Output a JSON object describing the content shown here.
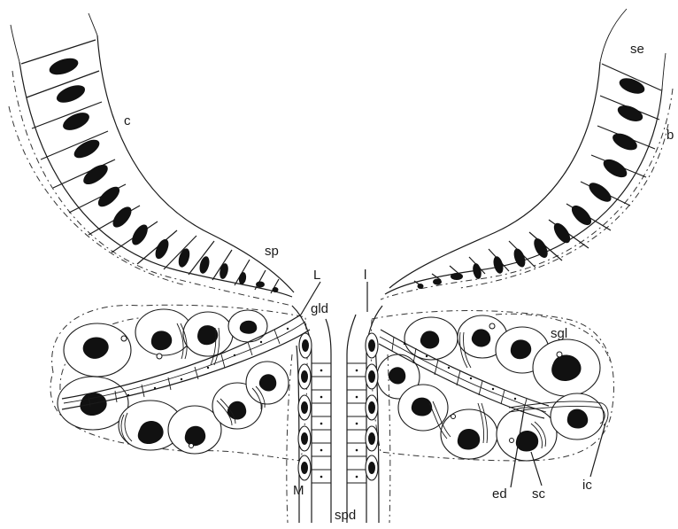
{
  "labels": {
    "se": "se",
    "b": "b",
    "c": "c",
    "sp": "sp",
    "L": "L",
    "l": "l",
    "gld": "gld",
    "sgl": "sgl",
    "M": "M",
    "spd": "spd",
    "ed": "ed",
    "sc": "sc",
    "ic": "ic"
  }
}
